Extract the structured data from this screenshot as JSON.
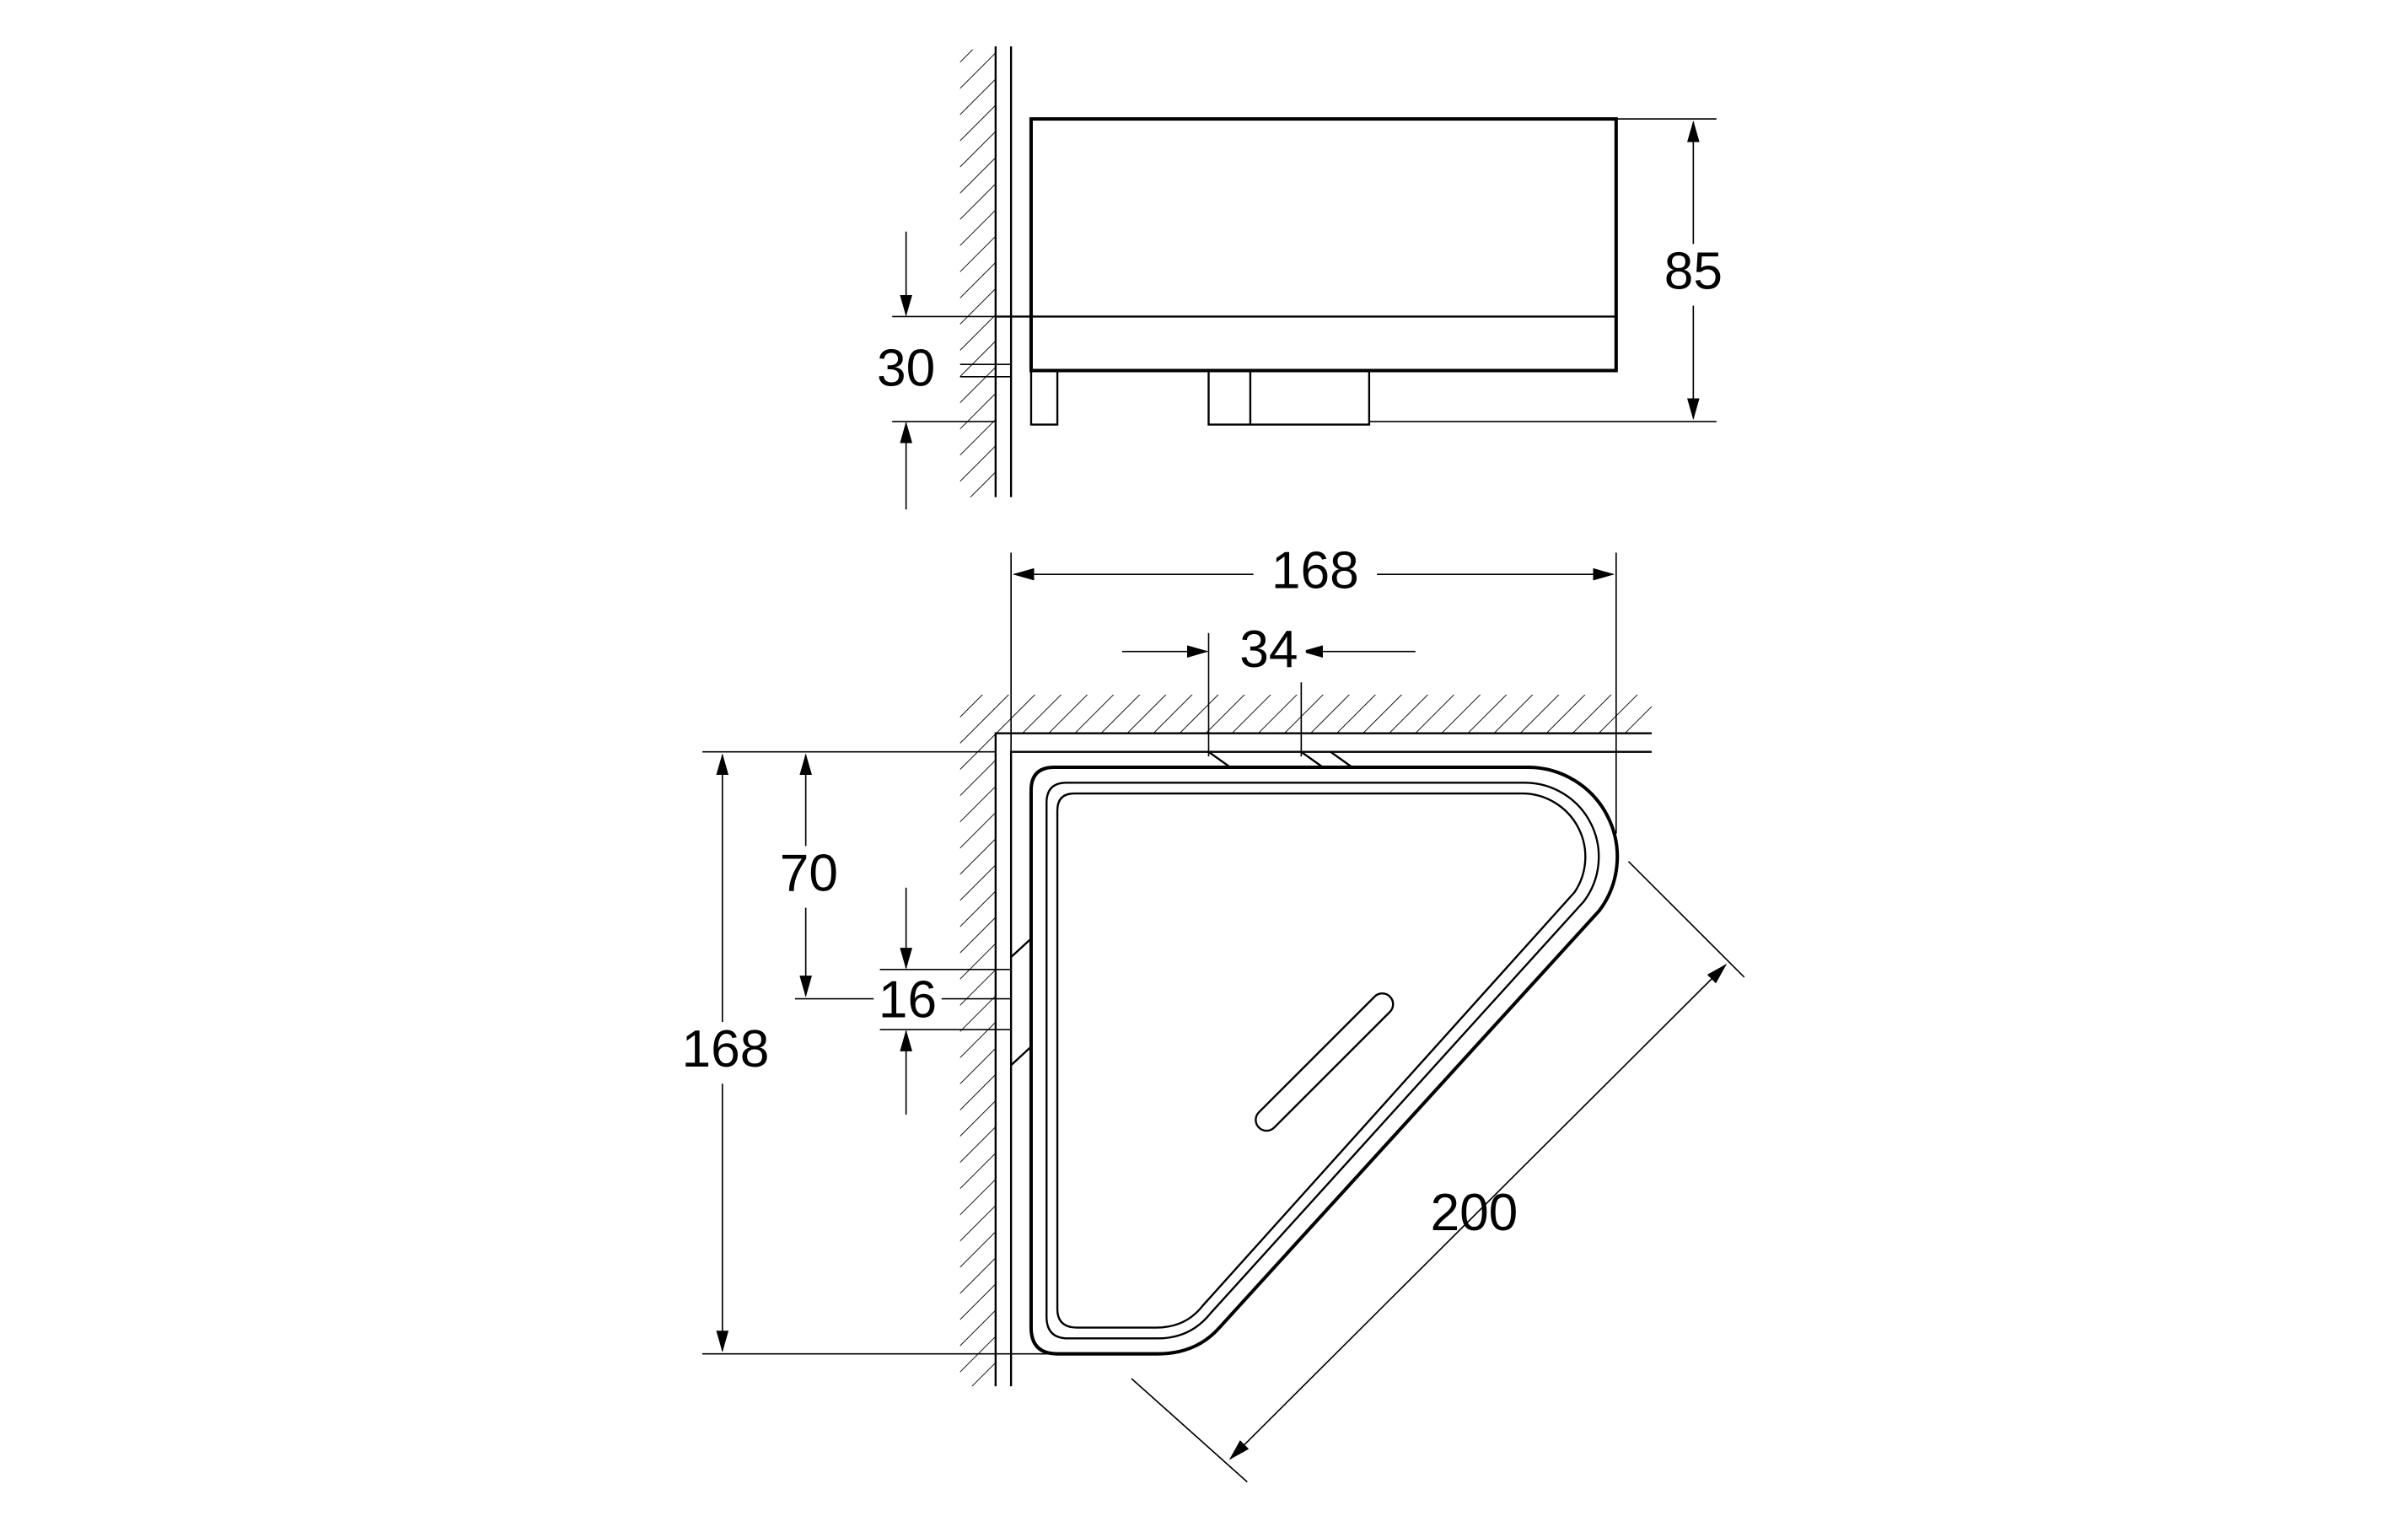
{
  "diagram": {
    "elevation": {
      "height_label": "85",
      "offset_label": "30"
    },
    "plan": {
      "width_label": "168",
      "mount_spacing_label": "34",
      "depth_label": "168",
      "mount_height_label": "70",
      "mount_width_label": "16",
      "diagonal_label": "200"
    }
  }
}
